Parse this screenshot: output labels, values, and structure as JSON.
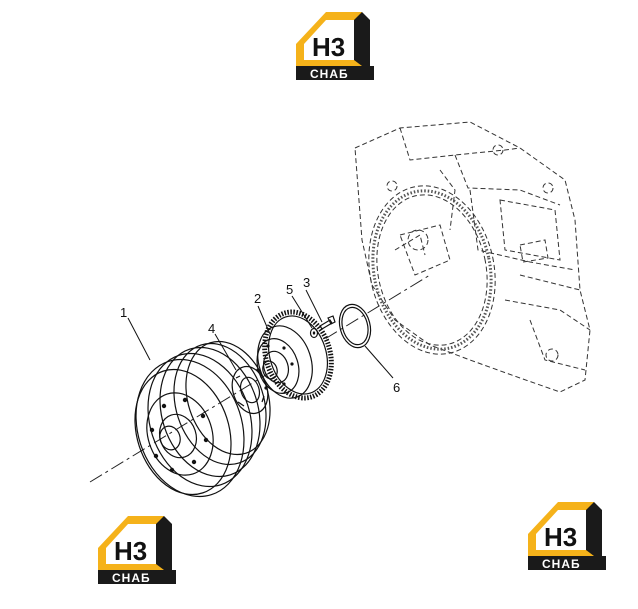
{
  "logo": {
    "mark": "Н3",
    "sub": "СНАБ",
    "colors": {
      "house": "#f5b21a",
      "dark": "#1a1a1a",
      "white": "#ffffff"
    }
  },
  "callouts": [
    {
      "id": "1",
      "text": "1"
    },
    {
      "id": "2",
      "text": "2"
    },
    {
      "id": "3",
      "text": "3"
    },
    {
      "id": "4",
      "text": "4"
    },
    {
      "id": "5",
      "text": "5"
    },
    {
      "id": "6",
      "text": "6"
    }
  ]
}
